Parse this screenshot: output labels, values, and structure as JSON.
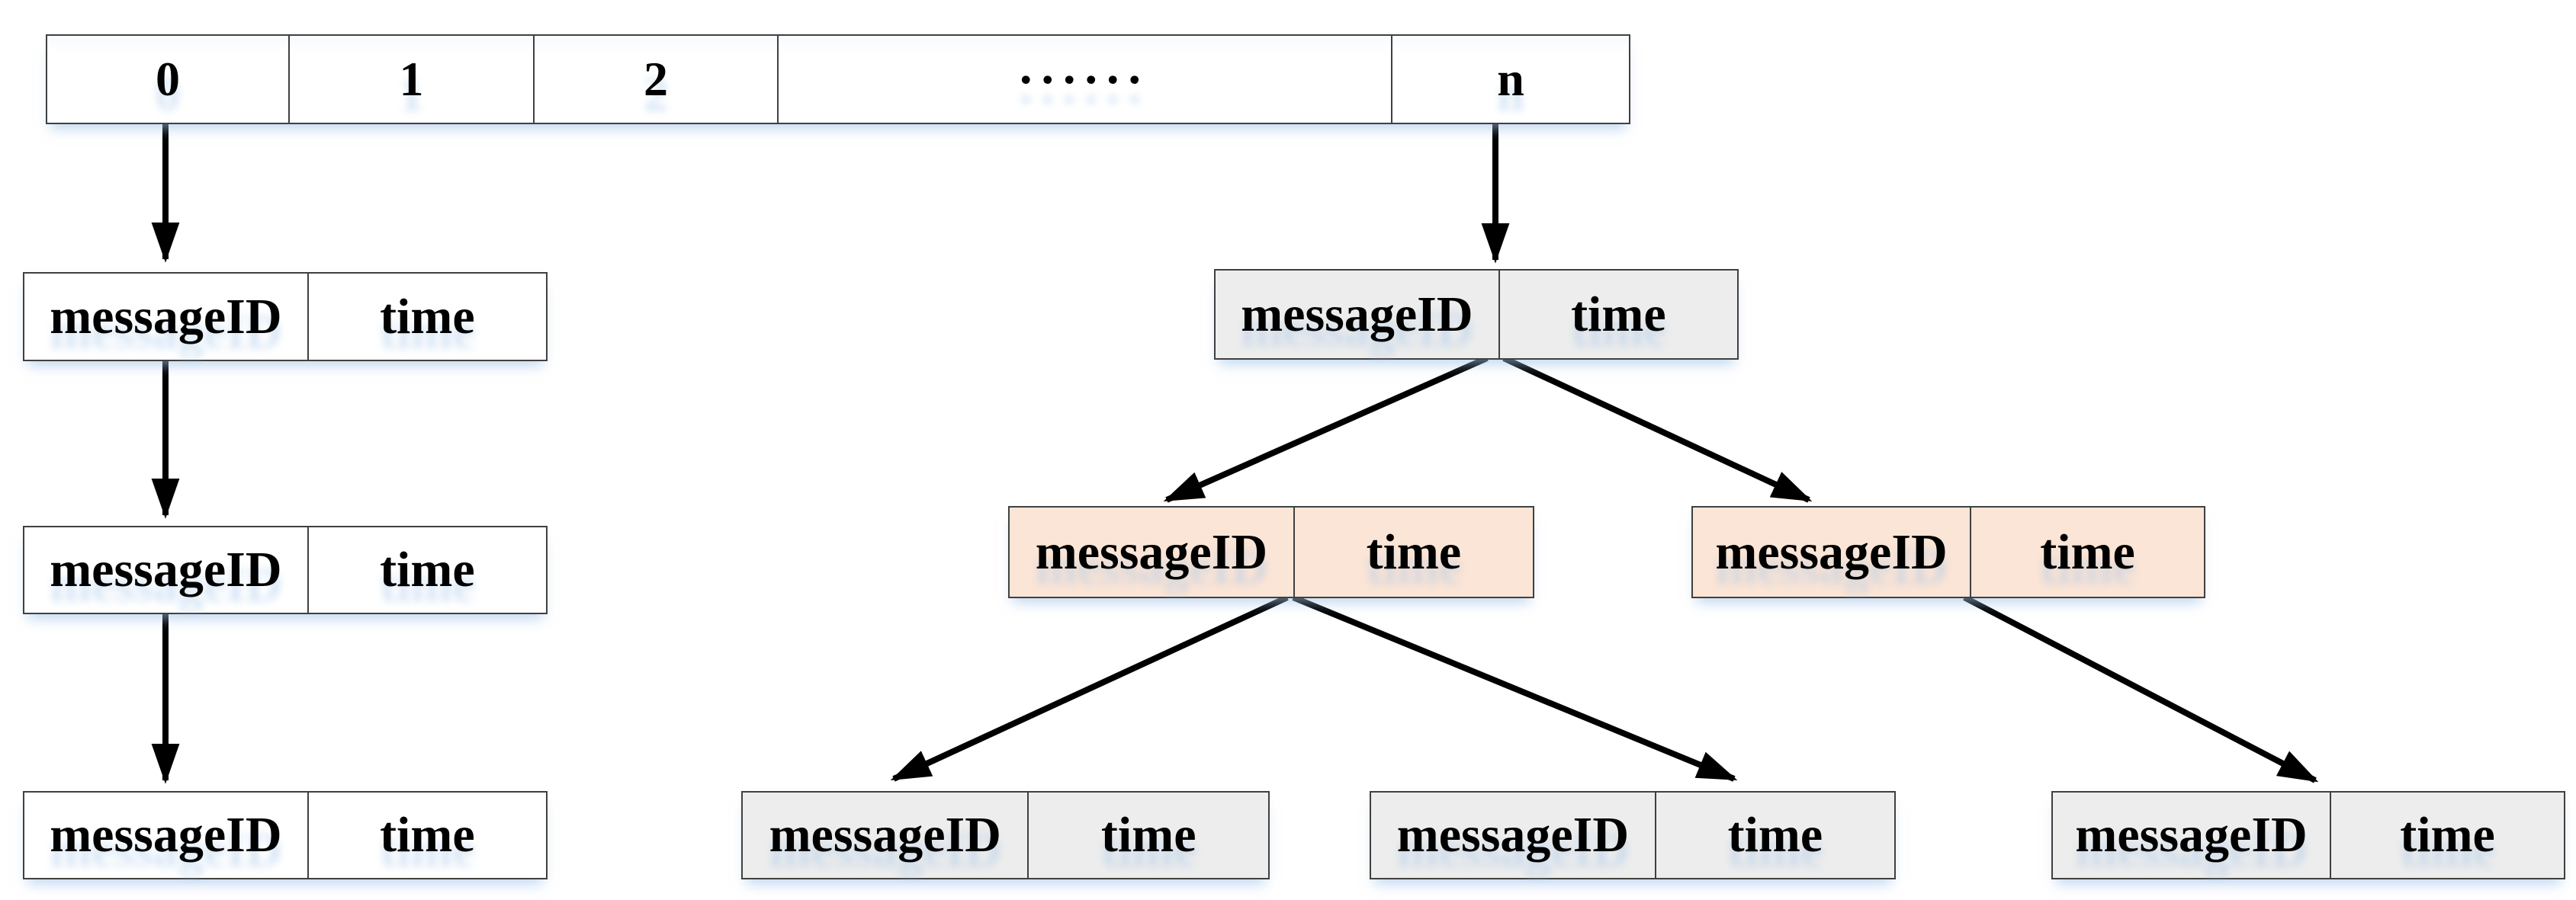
{
  "colors": {
    "node_gray": "#ededed",
    "node_orange": "#fbe5d6",
    "node_white": "#ffffff",
    "border": "#404040",
    "arrow": "#000000"
  },
  "array": {
    "cells": [
      "0",
      "1",
      "2",
      "......",
      "n"
    ]
  },
  "nodes": [
    {
      "id": "chain-node-1",
      "variant": "white",
      "message_label": "messageID",
      "time_label": "time"
    },
    {
      "id": "chain-node-2",
      "variant": "white",
      "message_label": "messageID",
      "time_label": "time"
    },
    {
      "id": "chain-node-3",
      "variant": "white",
      "message_label": "messageID",
      "time_label": "time"
    },
    {
      "id": "tree-root",
      "variant": "gray",
      "message_label": "messageID",
      "time_label": "time"
    },
    {
      "id": "tree-branch-left",
      "variant": "orange",
      "message_label": "messageID",
      "time_label": "time"
    },
    {
      "id": "tree-branch-right",
      "variant": "orange",
      "message_label": "messageID",
      "time_label": "time"
    },
    {
      "id": "tree-leaf-left",
      "variant": "gray",
      "message_label": "messageID",
      "time_label": "time"
    },
    {
      "id": "tree-leaf-middle",
      "variant": "gray",
      "message_label": "messageID",
      "time_label": "time"
    },
    {
      "id": "tree-leaf-right",
      "variant": "gray",
      "message_label": "messageID",
      "time_label": "time"
    }
  ]
}
